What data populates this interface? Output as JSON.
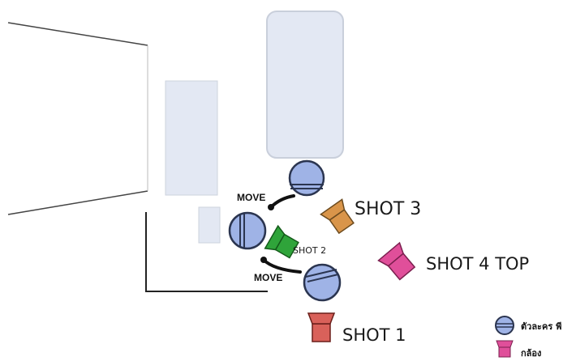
{
  "labels": {
    "shot1": "SHOT 1",
    "shot2": "SHOT 2",
    "shot3": "SHOT 3",
    "shot4": "SHOT 4 TOP",
    "move_top": "MOVE",
    "move_bottom": "MOVE"
  },
  "legend": {
    "actor_label": "ตัวละคร พี",
    "camera_label": "กล้อง"
  },
  "colors": {
    "actor_fill": "#9fb3e6",
    "actor_stroke": "#2b3550",
    "camera_shot1": "#d9615a",
    "camera_shot2": "#2fa43a",
    "camera_shot3": "#d9954a",
    "camera_shot4": "#e04f9a",
    "set_fill": "#e3e8f3",
    "set_stroke": "#c9cfdb",
    "line": "#333333"
  }
}
